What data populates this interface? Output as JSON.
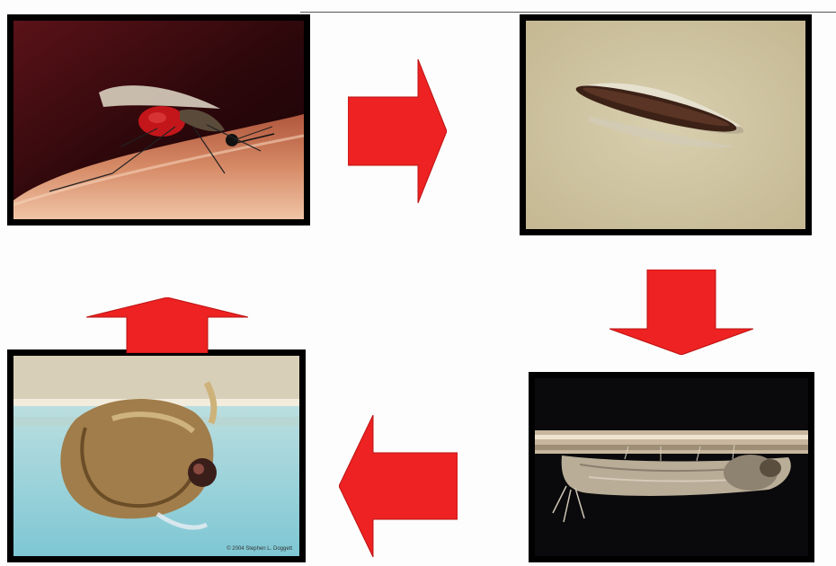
{
  "diagram": {
    "stages": [
      {
        "id": "adult",
        "icon": "adult-mosquito-photo"
      },
      {
        "id": "eggs",
        "icon": "egg-photo"
      },
      {
        "id": "larva",
        "icon": "larva-photo"
      },
      {
        "id": "pupa",
        "icon": "pupa-photo"
      }
    ],
    "arrows": [
      {
        "from": "adult",
        "to": "eggs",
        "direction": "right"
      },
      {
        "from": "eggs",
        "to": "larva",
        "direction": "down"
      },
      {
        "from": "larva",
        "to": "pupa",
        "direction": "left"
      },
      {
        "from": "pupa",
        "to": "adult",
        "direction": "up"
      }
    ],
    "arrow_color": "#ee2222",
    "frame_color": "#000000",
    "pupa_credit": "© 2004 Stephen L. Doggett"
  }
}
